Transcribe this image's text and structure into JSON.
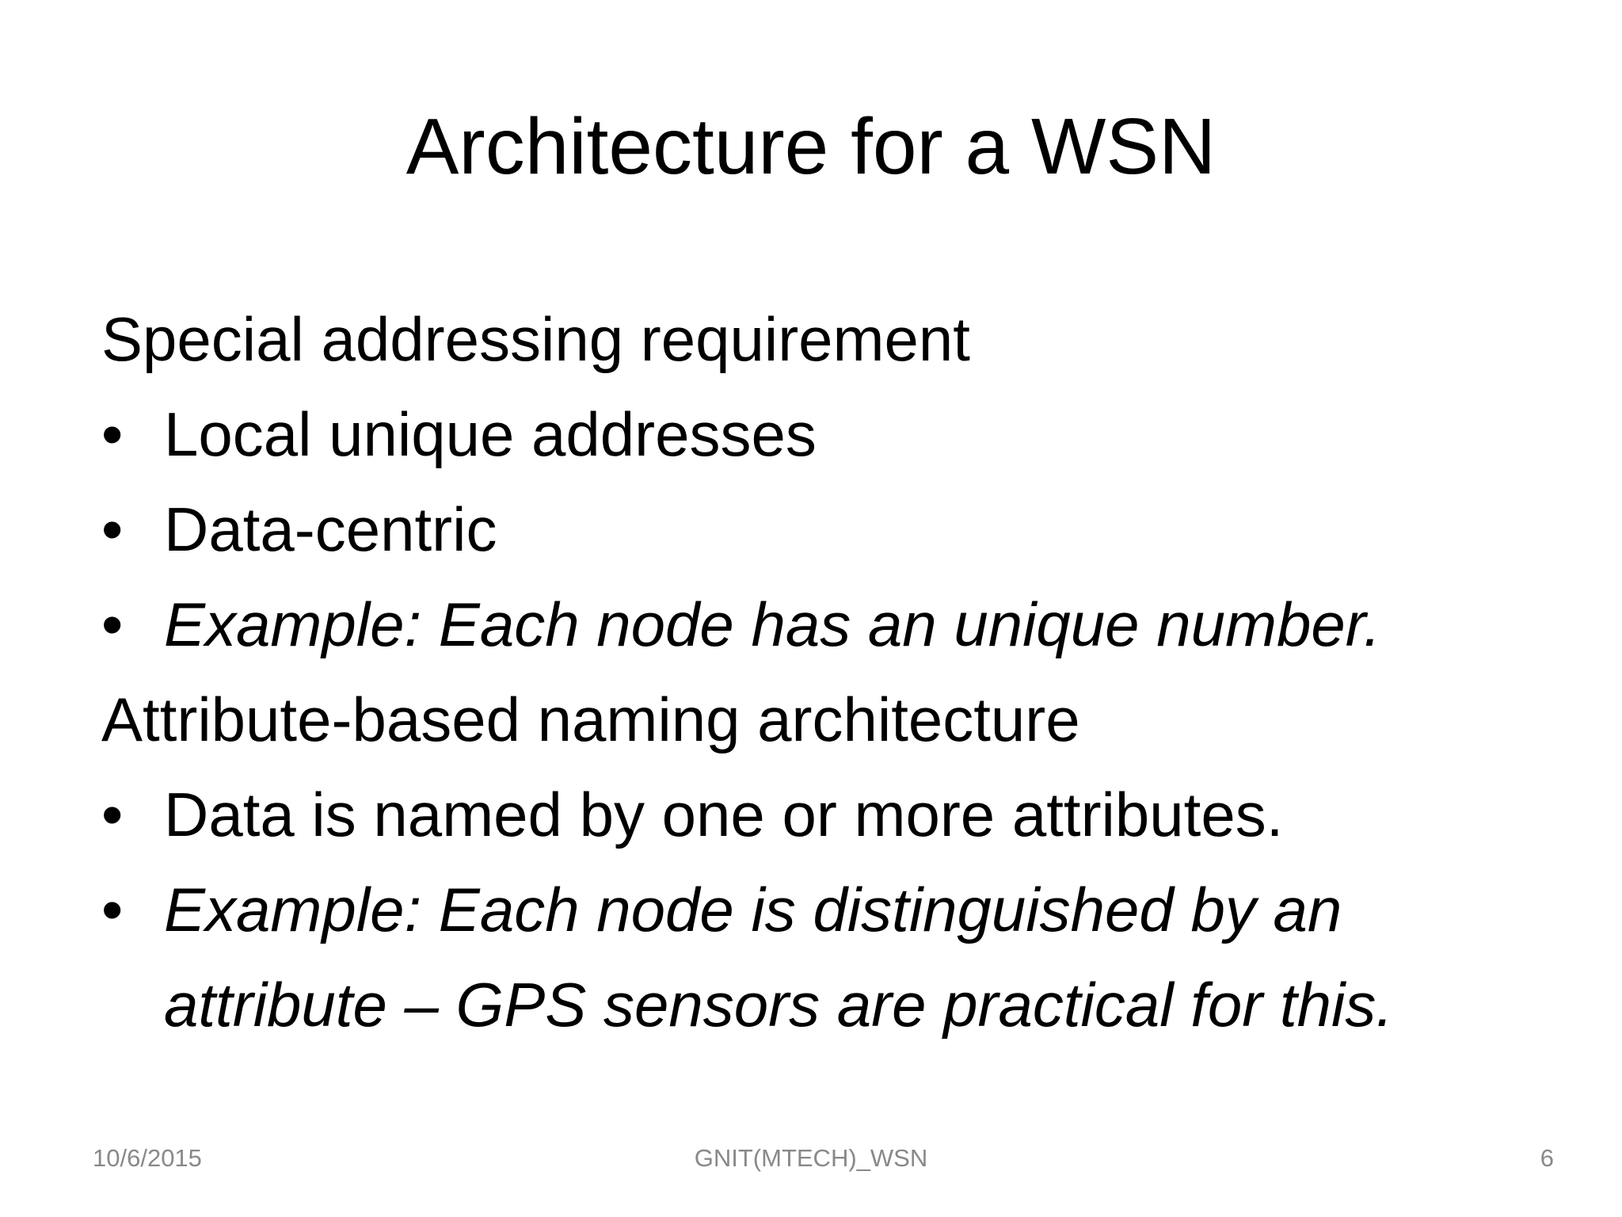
{
  "title": "Architecture for a WSN",
  "bullet_char": "•",
  "content": [
    {
      "style": "plain",
      "text": "Special addressing requirement"
    },
    {
      "style": "bullet",
      "text": "Local unique addresses"
    },
    {
      "style": "bullet",
      "text": "Data-centric"
    },
    {
      "style": "bullet-italic",
      "text": "Example: Each node has an unique number."
    },
    {
      "style": "plain",
      "text": "Attribute-based naming architecture"
    },
    {
      "style": "bullet",
      "text": "Data is named by one or more attributes."
    },
    {
      "style": "bullet-italic",
      "text": "Example: Each node is distinguished by an attribute – GPS sensors are practical for this."
    }
  ],
  "footer": {
    "date": "10/6/2015",
    "deck_name": "GNIT(MTECH)_WSN",
    "page_number": "6"
  },
  "colors": {
    "text": "#000000",
    "footer_text": "#898989",
    "background": "#ffffff"
  }
}
